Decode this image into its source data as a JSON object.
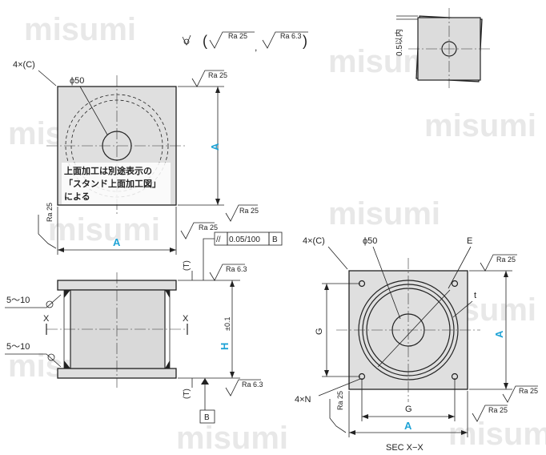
{
  "watermark": "misumi",
  "surface_note": {
    "roughness_a": "Ra 25",
    "roughness_b": "Ra 6.3",
    "comma": ",",
    "paren_open": "(",
    "paren_close": ")"
  },
  "top_view": {
    "corner": "4×(C)",
    "diameter": "ϕ50",
    "note_lines": [
      "上面加工は別途表示の",
      "「スタンド上面加工図」",
      "による"
    ],
    "dim_a_vertical": "A",
    "dim_a_horizontal": "A",
    "ra_top": "Ra 25",
    "ra_right": "Ra 25",
    "ra_left": "Ra 25",
    "ra_bottom": "Ra 25"
  },
  "side_view": {
    "weld_top": "5〜10",
    "weld_bottom": "5〜10",
    "section_left": "X",
    "section_right": "X",
    "t_top": "(T)",
    "t_bottom": "(T)",
    "h_label": "H",
    "h_tol": "±0.1",
    "tolerance_symbol": "//",
    "tolerance_value": "0.05/100",
    "datum": "B",
    "datum_bottom": "B",
    "ra_top": "Ra 6.3",
    "ra_bottom": "Ra 6.3"
  },
  "flatness_view": {
    "label": "0.5以内"
  },
  "section_view": {
    "corner": "4×(C)",
    "diameter": "ϕ50",
    "e_label": "E",
    "t_label": "t",
    "g_vertical": "G",
    "g_horizontal": "G",
    "holes": "4×N",
    "dim_a_vertical": "A",
    "dim_a_horizontal": "A",
    "title": "SEC X−X",
    "ra_top": "Ra 25",
    "ra_right": "Ra 25",
    "ra_bottom": "Ra 25",
    "ra_left": "Ra 25"
  }
}
